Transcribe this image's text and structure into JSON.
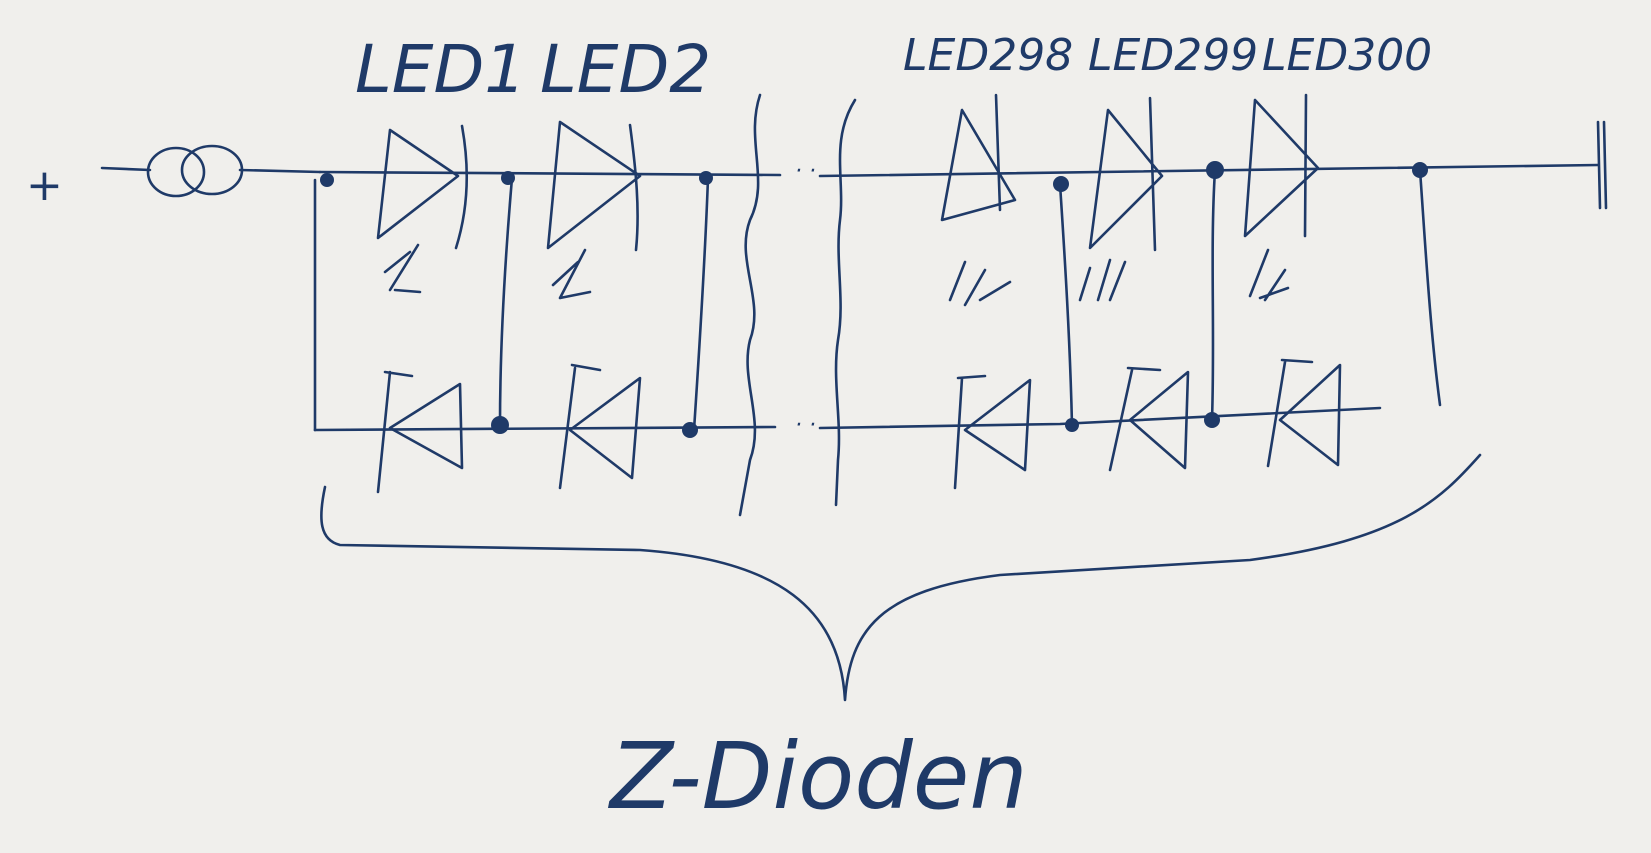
{
  "diagram": {
    "plus_sign": "+",
    "leds": [
      {
        "label": "LED1"
      },
      {
        "label": "LED2"
      },
      {
        "label": "LED298"
      },
      {
        "label": "LED299"
      },
      {
        "label": "LED300"
      }
    ],
    "ellipsis": "· ·",
    "brace_label": "Z-Dioden",
    "colors": {
      "ink": "#1f3a68",
      "paper": "#f0efec"
    }
  }
}
